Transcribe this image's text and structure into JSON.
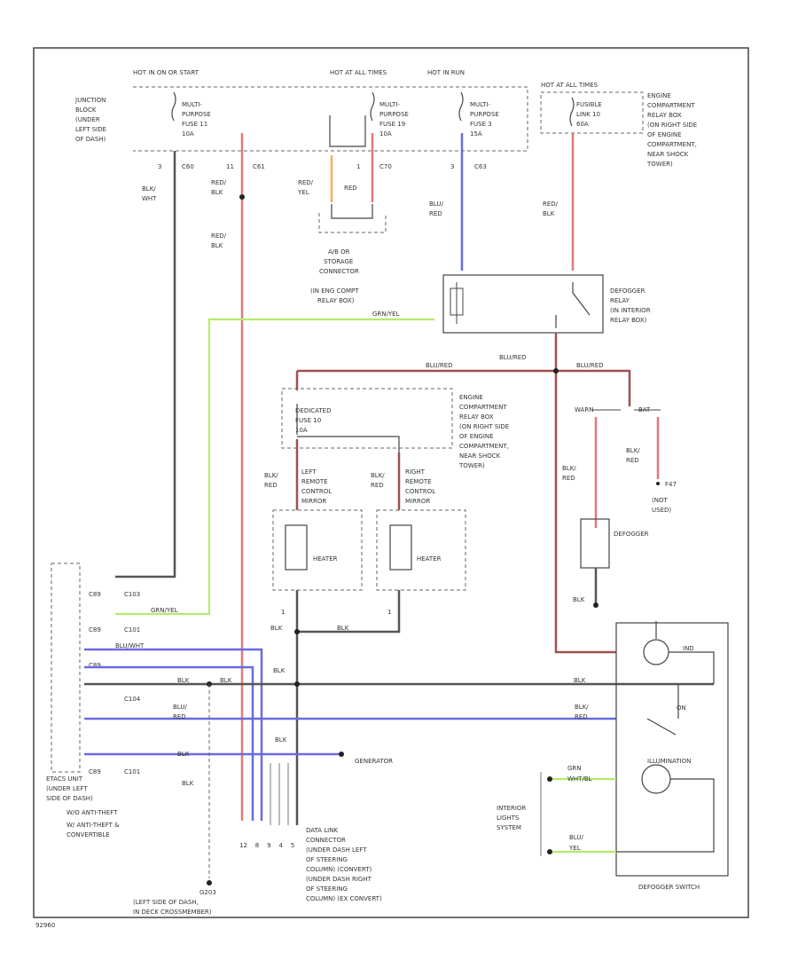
{
  "labels": {
    "hot_run_or_start": "HOT IN ON OR START",
    "hot_at_all_times_1": "HOT AT ALL TIMES",
    "hot_run": "HOT IN RUN",
    "hot_at_all_times_2": "HOT AT ALL TIMES",
    "junction_block": [
      "JUNCTION",
      "BLOCK",
      "(UNDER",
      "LEFT SIDE",
      "OF DASH)"
    ],
    "fuse_11": [
      "MULTI-",
      "PURPOSE",
      "FUSE 11",
      "10A"
    ],
    "fuse_19": [
      "MULTI-",
      "PURPOSE",
      "FUSE 19",
      "10A"
    ],
    "fuse_3": [
      "MULTI-",
      "PURPOSE",
      "FUSE 3",
      "15A"
    ],
    "fusible_link": [
      "FUSIBLE",
      "LINK 10",
      "60A"
    ],
    "engine_relay_box_1": [
      "ENGINE",
      "COMPARTMENT",
      "RELAY BOX",
      "(ON RIGHT SIDE",
      "OF ENGINE",
      "COMPARTMENT,",
      "NEAR SHOCK",
      "TOWER)"
    ],
    "storage_connector": [
      "A/B OR",
      "STORAGE",
      "CONNECTOR",
      "(IN ENG COMPT",
      "RELAY BOX)"
    ],
    "defogger_relay": [
      "DEFOGGER",
      "RELAY",
      "(IN INTERIOR",
      "RELAY BOX)"
    ],
    "dedicated_fuse": [
      "DEDICATED",
      "FUSE 10",
      "10A"
    ],
    "engine_relay_box_2": [
      "ENGINE",
      "COMPARTMENT",
      "RELAY BOX",
      "(ON RIGHT SIDE",
      "OF ENGINE",
      "COMPARTMENT,",
      "NEAR SHOCK",
      "TOWER)"
    ],
    "left_mirror": [
      "LEFT",
      "REMOTE",
      "CONTROL",
      "MIRROR"
    ],
    "right_mirror": [
      "RIGHT",
      "REMOTE",
      "CONTROL",
      "MIRROR"
    ],
    "heater_left": "HEATER",
    "heater_right": "HEATER",
    "defogger": "DEFOGGER",
    "not_used": [
      "(NOT",
      "USED)"
    ],
    "generator": "GENERATOR",
    "etacs_unit": [
      "ETACS UNIT",
      "(UNDER LEFT",
      "SIDE OF DASH)"
    ],
    "legend_1": "W/O ANTI-THEFT",
    "legend_2": [
      "W/ ANTI-THEFT &",
      "CONVERTIBLE"
    ],
    "ground_g203": [
      "G203",
      "(LEFT SIDE OF DASH,",
      "IN DECK CROSSMEMBER)"
    ],
    "data_link": [
      "DATA LINK",
      "CONNECTOR",
      "(UNDER DASH LEFT",
      "OF STEERING",
      "COLUMN) (CONVERT)",
      "(UNDER DASH RIGHT",
      "OF STEERING",
      "COLUMN) (EX CONVERT)"
    ],
    "interior_lights": [
      "INTERIOR",
      "LIGHTS",
      "SYSTEM"
    ],
    "illumination": "ILLUMINATION",
    "defogger_switch": "DEFOGGER SWITCH",
    "ind": "IND",
    "on": "ON",
    "warn": "WARN",
    "bat": "BAT",
    "wire_blk_wht": [
      "BLK/",
      "WHT"
    ],
    "wire_red_blk": [
      "RED/",
      "BLK"
    ],
    "wire_red_yel": [
      "RED/",
      "YEL"
    ],
    "wire_red": "RED",
    "wire_blu_red": [
      "BLU/",
      "RED"
    ],
    "wire_blk_red": [
      "BLK/",
      "RED"
    ],
    "wire_blu_red2": "BLU/RED",
    "wire_grn_yel": "GRN/YEL",
    "wire_blk": "BLK",
    "wire_blu_wht": "BLU/WHT",
    "wire_grn_wht": [
      "GRN",
      "WHT/BL"
    ],
    "wire_blu_yel": [
      "BLU/",
      "YEL"
    ],
    "connector_c60": "C60",
    "connector_c61": "C61",
    "connector_c70": "C70",
    "connector_c63": "C63",
    "connector_c89": "C89",
    "connector_c101": "C101",
    "connector_c103": "C103",
    "connector_c104": "C104",
    "code": "92960"
  },
  "colors": {
    "red_wire": "#e07a7a",
    "blue_wire": "#6a6ae0",
    "green_wire": "#b6ea6a",
    "orange_wire": "#f0b060",
    "black_wire": "#555555"
  }
}
